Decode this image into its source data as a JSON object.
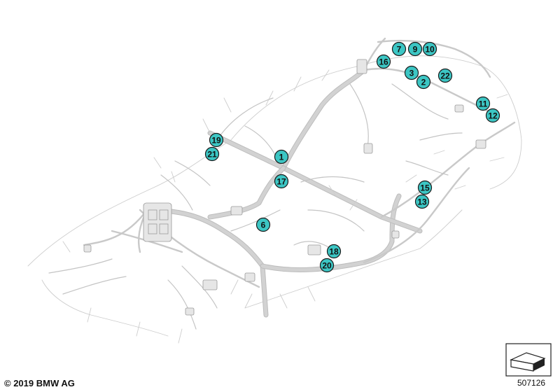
{
  "copyright": "© 2019 BMW AG",
  "image_number": "507126",
  "callouts": [
    {
      "label": "1"
    },
    {
      "label": "2"
    },
    {
      "label": "3"
    },
    {
      "label": "6"
    },
    {
      "label": "7"
    },
    {
      "label": "9"
    },
    {
      "label": "10"
    },
    {
      "label": "11"
    },
    {
      "label": "12"
    },
    {
      "label": "13"
    },
    {
      "label": "15"
    },
    {
      "label": "16"
    },
    {
      "label": "17"
    },
    {
      "label": "18"
    },
    {
      "label": "19"
    },
    {
      "label": "20"
    },
    {
      "label": "21"
    },
    {
      "label": "22"
    }
  ],
  "colors": {
    "callout_fill": "#3cc6c4",
    "harness": "#c9c9c9"
  },
  "icons": {
    "reference_icon": "corner-reference-icon"
  }
}
